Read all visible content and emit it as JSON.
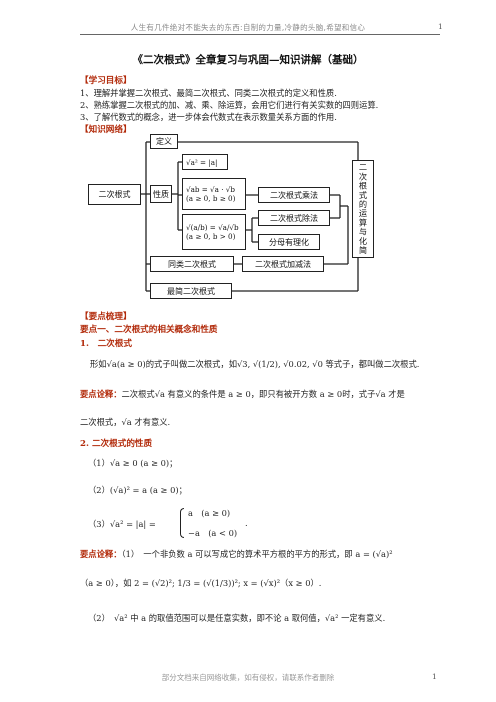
{
  "header": {
    "motto": "人生有几件绝对不能失去的东西:自制的力量,冷静的头脑,希望和信心",
    "page": "1"
  },
  "title": "《二次根式》全章复习与巩固—知识讲解（基础）",
  "learning_goals": {
    "heading": "【学习目标】",
    "items": [
      "1、理解并掌握二次根式、最简二次根式、同类二次根式的定义和性质.",
      "2、熟练掌握二次根式的加、减、乘、除运算，会用它们进行有关实数的四则运算.",
      "3、了解代数式的概念，进一步体会代数式在表示数量关系方面的作用."
    ]
  },
  "network": {
    "heading": "【知识网络】",
    "nodes": {
      "root": "二次根式",
      "definition": "定义",
      "property": "性质",
      "f1": "√a² = |a|",
      "f2a": "√ab = √a · √b",
      "f2b": "(a ≥ 0, b ≥ 0)",
      "f3a": "√(a/b) = √a/√b",
      "f3b": "(a ≥ 0, b > 0)",
      "mult": "二次根式乘法",
      "div": "二次根式除法",
      "rationalize": "分母有理化",
      "like": "同类二次根式",
      "addsub": "二次根式加减法",
      "simplest": "最简二次根式",
      "ops": "二次根式的运算与化简"
    }
  },
  "points": {
    "heading": "【要点梳理】",
    "section1": "要点一、二次根式的相关概念和性质",
    "sub1": "1.　二次根式",
    "def_line": "形如√a(a ≥ 0)的式子叫做二次根式，如√3, √(1/2), √0.02, √0 等式子，都叫做二次根式.",
    "note1_label": "要点诠释：",
    "note1_text_a": "二次根式√a 有意义的条件是 a ≥ 0，即只有被开方数 a ≥ 0时，式子√a 才是",
    "note1_text_b": "二次根式，√a 才有意义.",
    "sub2": "2. 二次根式的性质",
    "p1": "（1）√a ≥ 0 (a ≥ 0)；",
    "p2": "（2）(√a)² = a (a ≥ 0)；",
    "p3a": "（3）√a² = |a| = ",
    "p3b": "a　(a ≥ 0)",
    "p3c": "−a　(a < 0)",
    "p3d": ".",
    "note2_label": "要点诠释：",
    "note2_text_a": "（1）　一个非负数 a 可以写成它的算术平方根的平方的形式，即 a = (√a)²",
    "note2_text_b": "（a ≥ 0），如 2 = (√2)²; 1/3 = (√(1/3))²; x = (√x)²（x ≥ 0）.",
    "note2_text_c": "（2）　√a² 中 a 的取值范围可以是任意实数，即不论 a 取何值，√a² 一定有意义."
  },
  "footer": {
    "text": "部分文档来自网络收集，如有侵权，请联系作者删除",
    "page": "1"
  }
}
